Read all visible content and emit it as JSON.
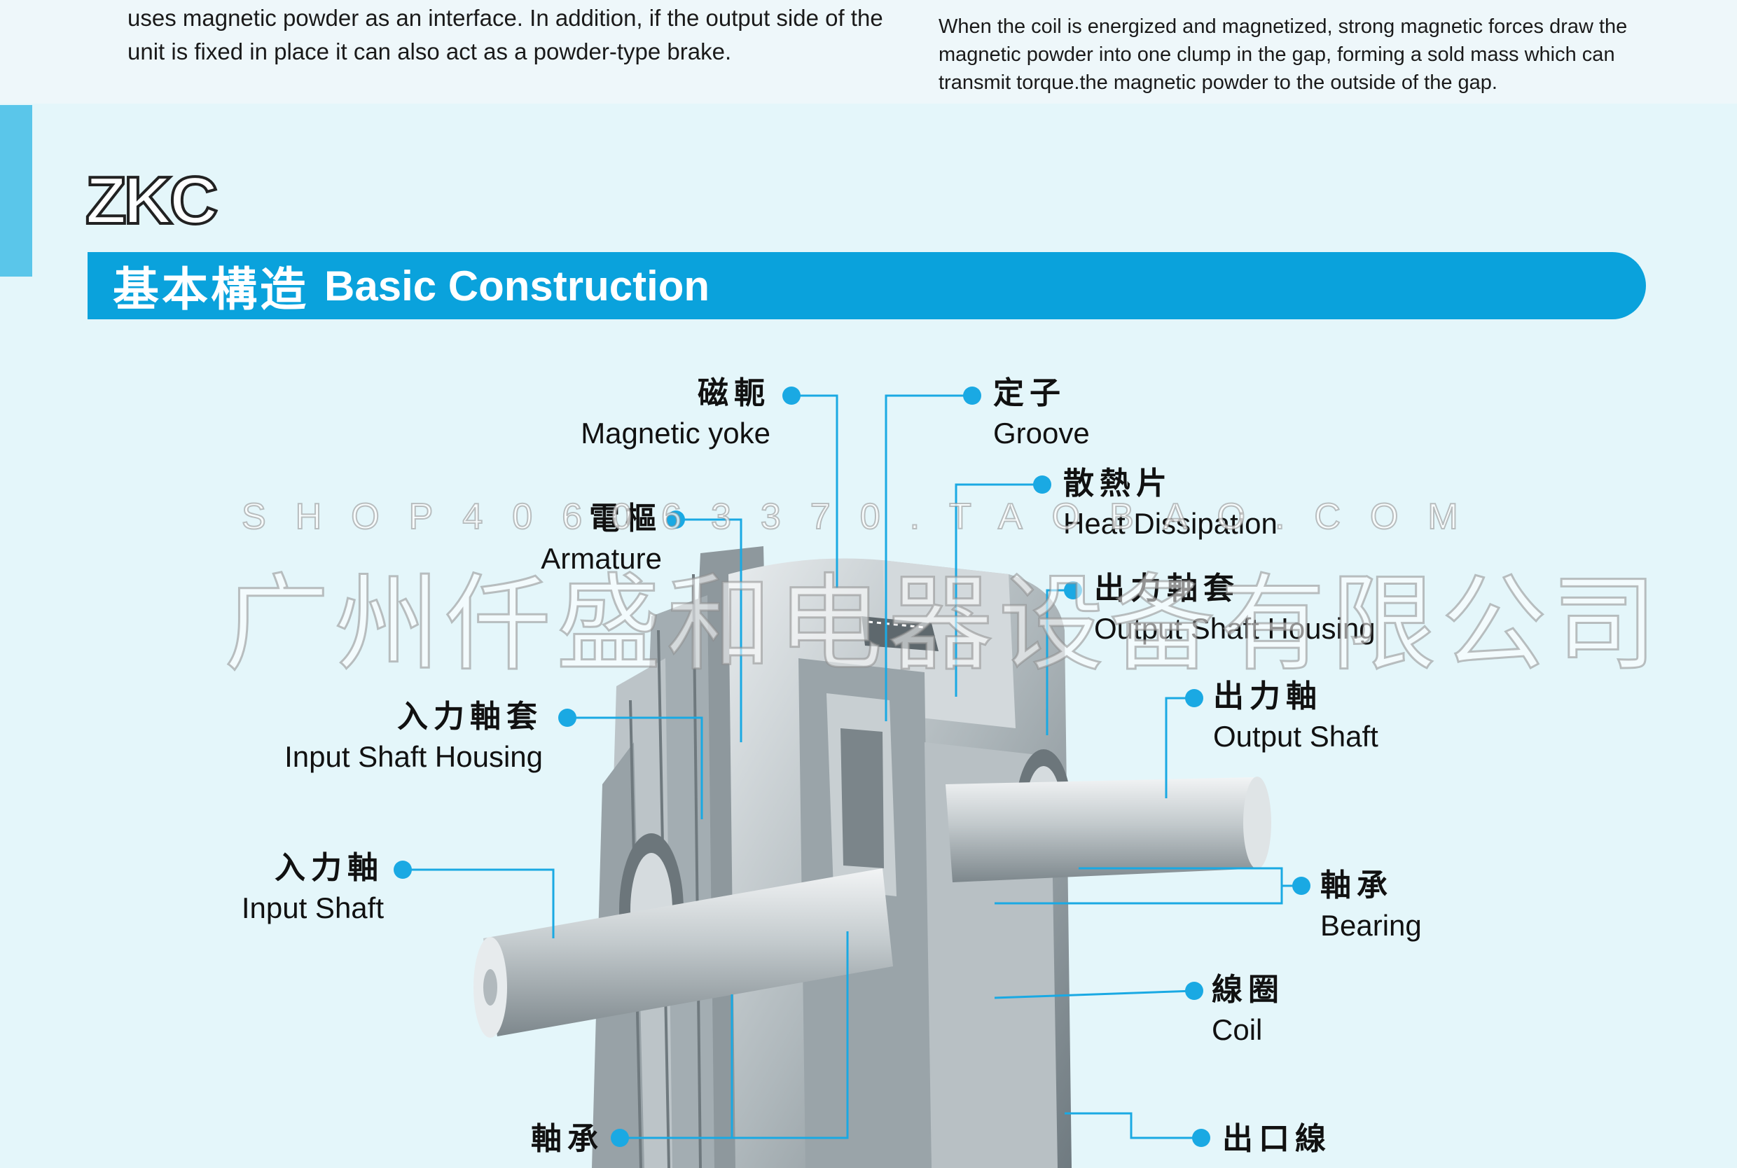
{
  "intro": {
    "left_text": "uses magnetic powder as an interface. In addition, if the output side of the unit is fixed in place it can also act as a powder-type brake.",
    "right_text": "When the coil is energized and magnetized, strong magnetic forces draw the magnetic powder into one clump in the gap, forming a sold mass which can transmit torque.the magnetic powder to the outside of the gap."
  },
  "brand": {
    "logo_text": "ZKC"
  },
  "section": {
    "title_cn": "基本構造",
    "title_en": "Basic Construction"
  },
  "colors": {
    "accent_blue": "#0aa2dc",
    "leader_line": "#1aa9e3",
    "background": "#e4f6fa"
  },
  "labels": {
    "magnetic_yoke": {
      "cn": "磁軛",
      "en": "Magnetic yoke"
    },
    "groove": {
      "cn": "定子",
      "en": "Groove"
    },
    "heat_dissipation": {
      "cn": "散熱片",
      "en": "Heat Dissipation"
    },
    "armature": {
      "cn": "電樞",
      "en": "Armature"
    },
    "output_shaft_housing": {
      "cn": "出力軸套",
      "en": "Output Shaft Housing"
    },
    "input_shaft_housing": {
      "cn": "入力軸套",
      "en": "Input Shaft Housing"
    },
    "output_shaft": {
      "cn": "出力軸",
      "en": "Output Shaft"
    },
    "input_shaft": {
      "cn": "入力軸",
      "en": "Input Shaft"
    },
    "bearing_right": {
      "cn": "軸承",
      "en": "Bearing"
    },
    "coil": {
      "cn": "線圈",
      "en": "Coil"
    },
    "bearing_bottom": {
      "cn": "軸承"
    },
    "outlet_wire": {
      "cn": "出口線"
    }
  },
  "watermark": {
    "line1": "SHOP406063370.TAOBAO.COM",
    "line2": "广州仟盛和电器设备有限公司"
  }
}
